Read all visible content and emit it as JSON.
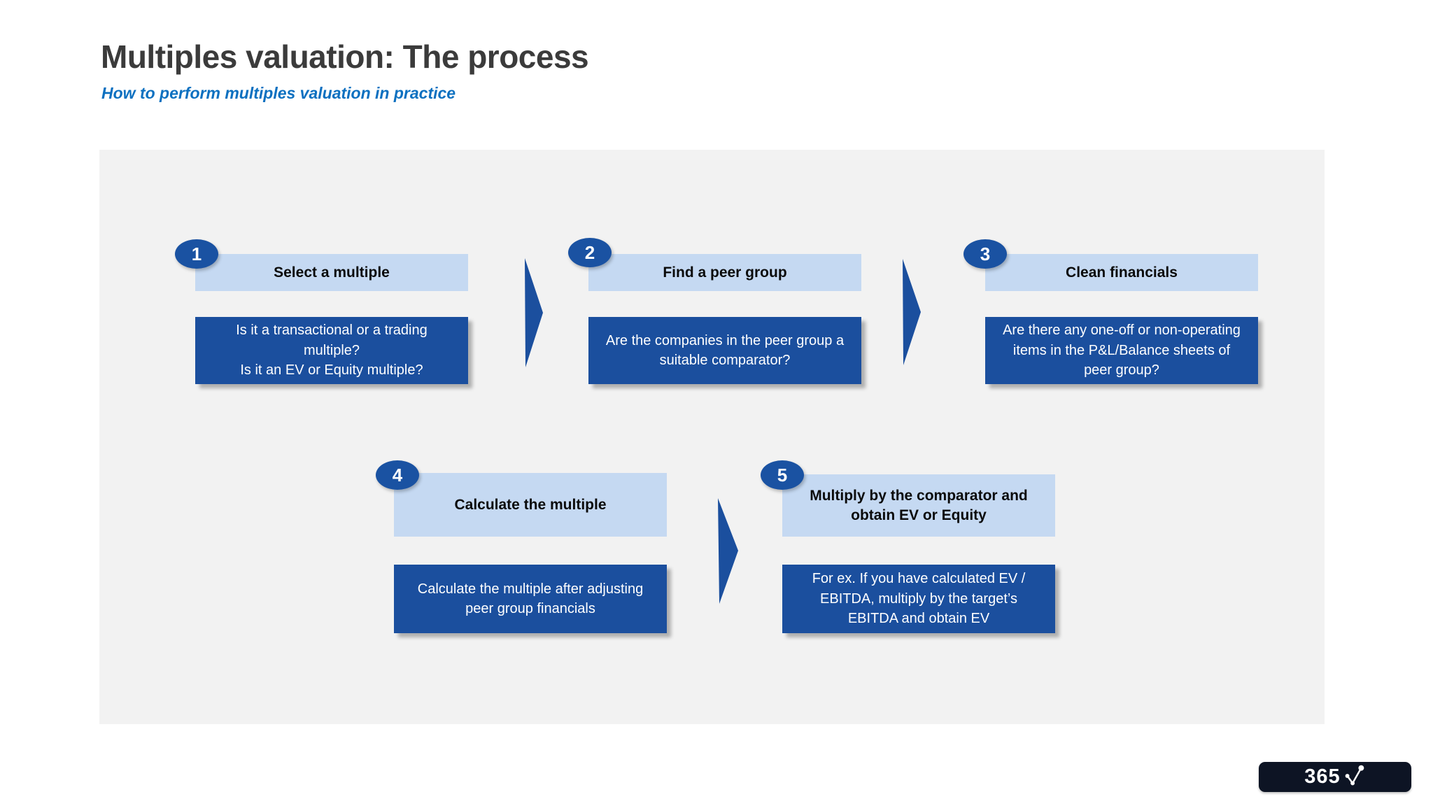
{
  "header": {
    "title": "Multiples valuation: The process",
    "subtitle": "How to perform multiples valuation in practice"
  },
  "steps": [
    {
      "number": "1",
      "title": "Select a multiple",
      "description": "Is it a transactional or a trading multiple?\nIs it an EV or Equity multiple?"
    },
    {
      "number": "2",
      "title": "Find a peer group",
      "description": "Are the companies in the peer group a suitable comparator?"
    },
    {
      "number": "3",
      "title": "Clean financials",
      "description": "Are there any one-off or non-operating items in the P&L/Balance sheets of peer group?"
    },
    {
      "number": "4",
      "title": "Calculate the multiple",
      "description": "Calculate the multiple after adjusting peer group financials"
    },
    {
      "number": "5",
      "title": "Multiply by the comparator and obtain EV or Equity",
      "description": "For ex. If you have calculated EV / EBITDA, multiply by the target’s EBITDA and obtain EV"
    }
  ],
  "logo": {
    "text": "365",
    "icon": "check-line-chart-icon"
  },
  "colors": {
    "dark_blue": "#1b4f9e",
    "circle_blue": "#1a52a2",
    "light_blue": "#c5d9f2",
    "panel_gray": "#f2f2f2",
    "title_gray": "#3b3b3b",
    "subtitle_blue": "#0c70c0",
    "logo_bg": "#0d1424"
  }
}
